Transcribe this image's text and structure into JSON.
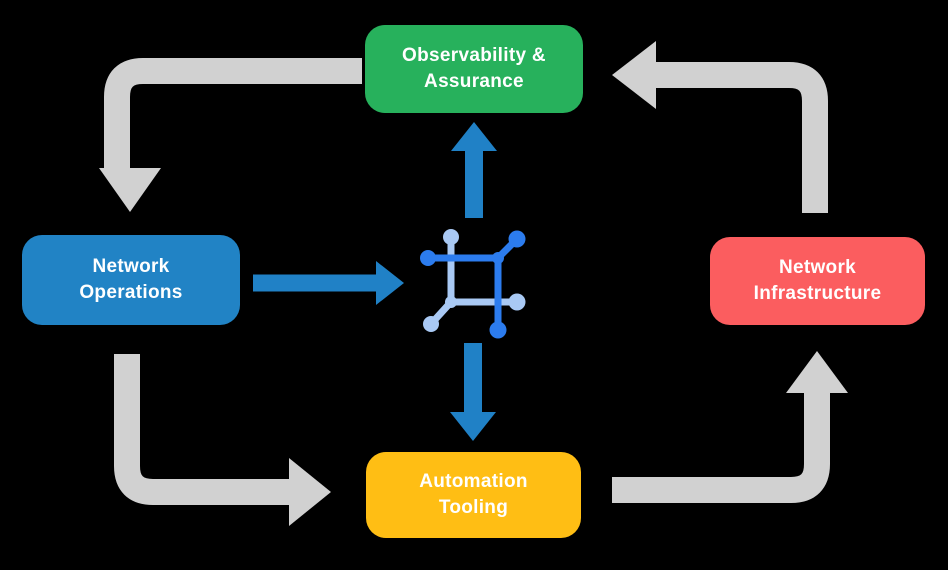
{
  "diagram": {
    "name": "network-automation-lifecycle",
    "nodes": [
      {
        "id": "observability",
        "label": "Observability &\nAssurance",
        "color": "#27B15C"
      },
      {
        "id": "operations",
        "label": "Network\nOperations",
        "color": "#2183C5"
      },
      {
        "id": "infrastructure",
        "label": "Network\nInfrastructure",
        "color": "#FB5D5F"
      },
      {
        "id": "automation",
        "label": "Automation\nTooling",
        "color": "#FFBE14"
      }
    ],
    "center_icon": "network-platform-icon",
    "flows": [
      {
        "from": "observability",
        "to": "operations",
        "style": "gray-cycle"
      },
      {
        "from": "operations",
        "to": "automation",
        "style": "gray-cycle"
      },
      {
        "from": "automation",
        "to": "infrastructure",
        "style": "gray-cycle"
      },
      {
        "from": "infrastructure",
        "to": "observability",
        "style": "gray-cycle"
      },
      {
        "from": "operations",
        "to": "platform",
        "style": "blue"
      },
      {
        "from": "platform",
        "to": "observability",
        "style": "blue"
      },
      {
        "from": "platform",
        "to": "automation",
        "style": "blue"
      }
    ]
  },
  "colors": {
    "background": "#000000",
    "text": "#FFFFFF",
    "arrow_gray": "#D1D1D1",
    "arrow_blue": "#2081C6",
    "icon_dark": "#2C7CEE",
    "icon_light": "#A9C9F4"
  }
}
